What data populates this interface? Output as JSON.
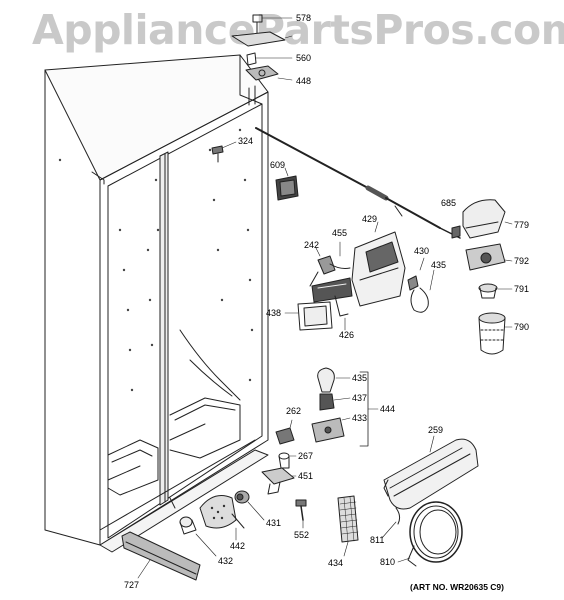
{
  "watermark": "AppliancePartsPros.com",
  "art_number": "(ART NO. WR20635 C9)",
  "part_callouts": [
    "578",
    "560",
    "448",
    "324",
    "609",
    "685",
    "779",
    "429",
    "242",
    "455",
    "430",
    "435",
    "792",
    "791",
    "438",
    "426",
    "790",
    "435",
    "437",
    "433",
    "444",
    "262",
    "267",
    "451",
    "259",
    "431",
    "442",
    "552",
    "432",
    "434",
    "811",
    "810",
    "727"
  ]
}
